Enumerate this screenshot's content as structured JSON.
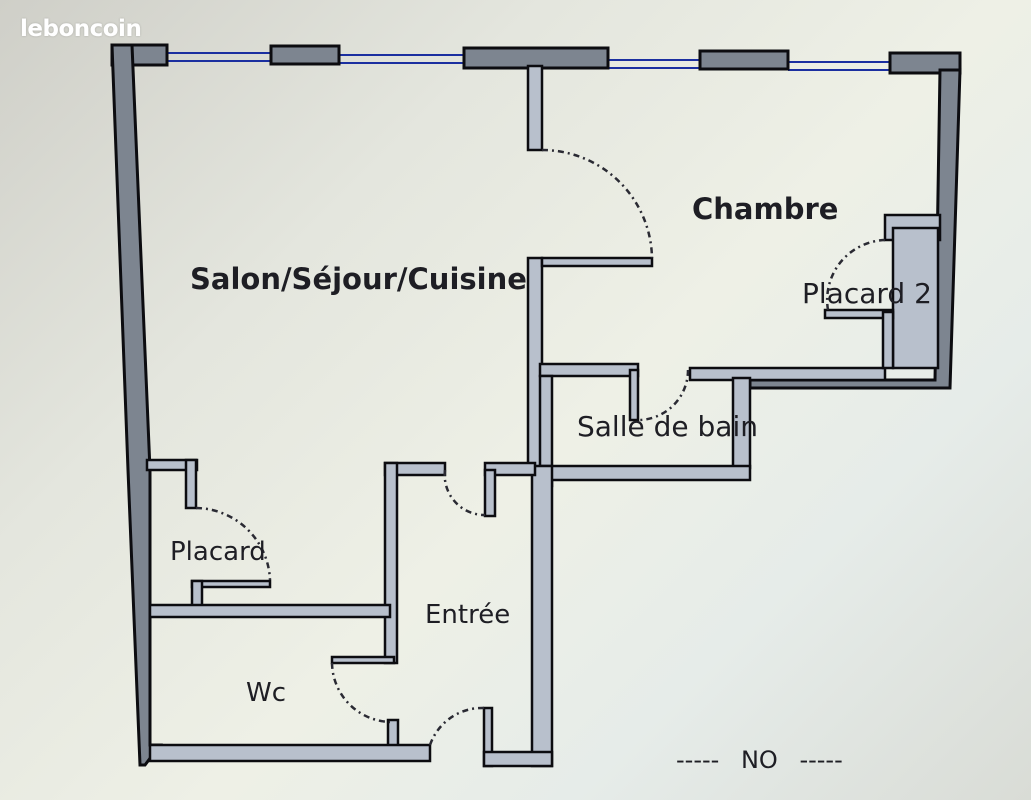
{
  "watermark": "leboncoin",
  "floorplan": {
    "rooms": [
      {
        "id": "salon",
        "label": "Salon/Séjour/Cuisine"
      },
      {
        "id": "chambre",
        "label": "Chambre"
      },
      {
        "id": "placard2",
        "label": "Placard 2"
      },
      {
        "id": "salle_de_bain",
        "label": "Salle de bain"
      },
      {
        "id": "placard",
        "label": "Placard"
      },
      {
        "id": "entree",
        "label": "Entrée"
      },
      {
        "id": "wc",
        "label": "Wc"
      }
    ],
    "orientation": {
      "dashes_left": "-----",
      "label": "NO",
      "dashes_right": "-----"
    }
  },
  "colors": {
    "wall": "#7d8590",
    "window": "#1b2fa0",
    "text": "#1e1e24"
  }
}
